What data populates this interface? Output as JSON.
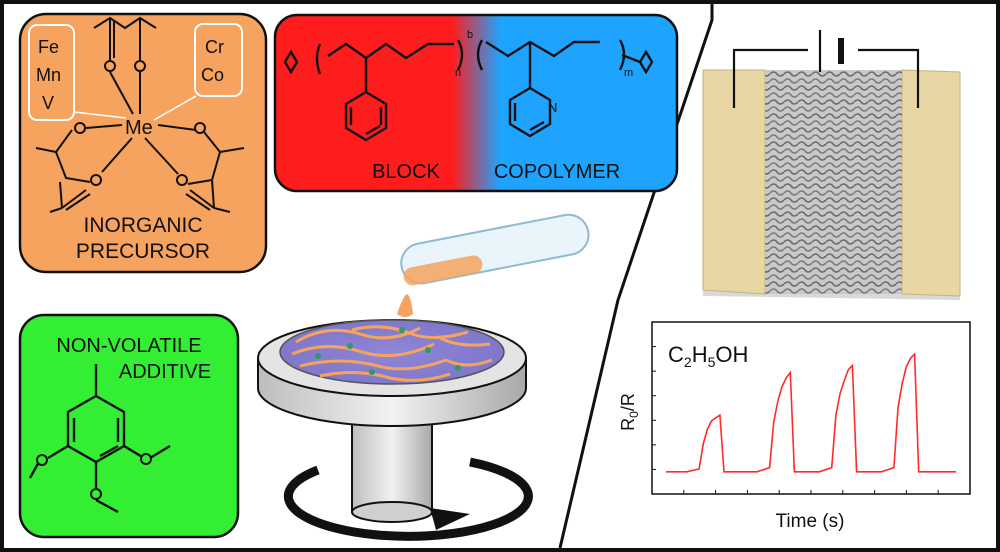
{
  "precursor": {
    "metals_left": [
      "Fe",
      "Mn",
      "V"
    ],
    "metals_right": [
      "Cr",
      "Co"
    ],
    "center_atom": "Me",
    "title_line1": "INORGANIC",
    "title_line2": "PRECURSOR",
    "color": "#F5A35E"
  },
  "copolymer": {
    "left_label": "BLOCK",
    "right_label": "COPOLYMER",
    "sub_n": "n",
    "sub_b": "b",
    "sub_m": "m",
    "pyridine_n": "N",
    "left_color": "#FF1C1C",
    "right_color": "#1EA3FF"
  },
  "additive": {
    "line1": "NON-VOLATILE",
    "line2": "ADDITIVE",
    "color": "#33EE33"
  },
  "chart_data": {
    "type": "line",
    "title": "C2H5OH",
    "xlabel": "Time (s)",
    "ylabel": "R0/R",
    "x": [
      0,
      5,
      8,
      9,
      10,
      11,
      12,
      13,
      14,
      17,
      22,
      25,
      26,
      27,
      28,
      29,
      30,
      31,
      33,
      37,
      40,
      41,
      42,
      43,
      44,
      45,
      46,
      48,
      52,
      55,
      56,
      57,
      58,
      59,
      60,
      61,
      63,
      70
    ],
    "values": [
      0.0,
      0.0,
      0.02,
      0.2,
      0.3,
      0.36,
      0.38,
      0.4,
      0.0,
      0.0,
      0.0,
      0.03,
      0.35,
      0.5,
      0.6,
      0.66,
      0.7,
      0.0,
      0.0,
      0.0,
      0.03,
      0.4,
      0.55,
      0.64,
      0.72,
      0.75,
      0.0,
      0.0,
      0.0,
      0.03,
      0.45,
      0.62,
      0.74,
      0.8,
      0.83,
      0.0,
      0.0,
      0.0
    ],
    "xlim": [
      0,
      70
    ],
    "ylim": [
      -0.1,
      1.0
    ],
    "line_color": "#FF2A2A"
  }
}
